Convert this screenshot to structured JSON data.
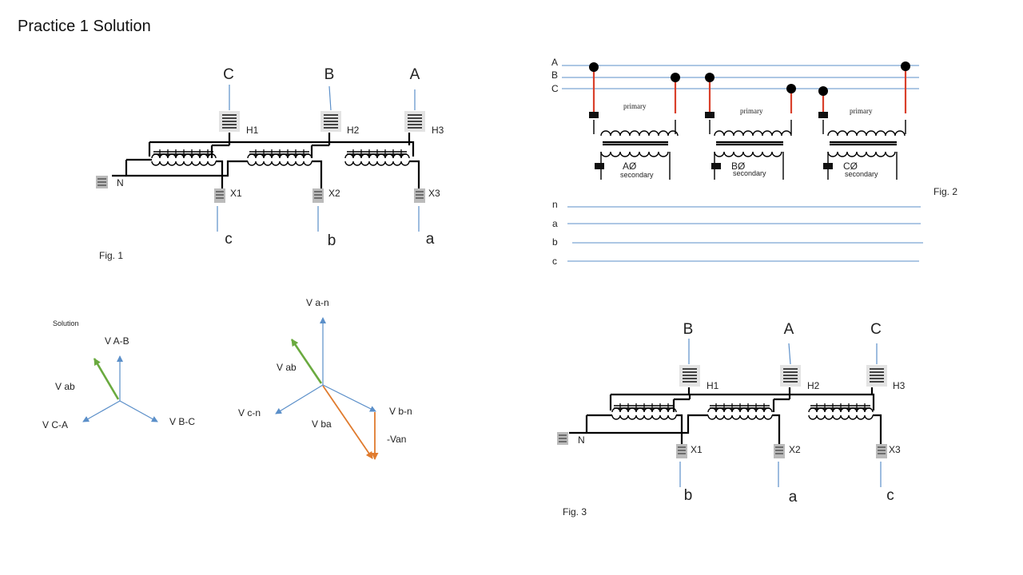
{
  "title": "Practice 1 Solution",
  "fig1": {
    "caption": "Fig. 1",
    "line_labels": [
      "C",
      "B",
      "A"
    ],
    "primary_bushings": [
      "H1",
      "H2",
      "H3"
    ],
    "secondary_bushings": [
      "X1",
      "X2",
      "X3"
    ],
    "neutral": "N",
    "secondary_labels": [
      "c",
      "b",
      "a"
    ]
  },
  "fig2": {
    "caption": "Fig. 2",
    "primary_bus": [
      "A",
      "B",
      "C"
    ],
    "secondary_bus": [
      "n",
      "a",
      "b",
      "c"
    ],
    "transformers": [
      {
        "primary": "primary",
        "phase": "AØ",
        "secondary": "secondary"
      },
      {
        "primary": "primary",
        "phase": "BØ",
        "secondary": "secondary"
      },
      {
        "primary": "primary",
        "phase": "CØ",
        "secondary": "secondary"
      }
    ]
  },
  "fig3": {
    "caption": "Fig. 3",
    "line_labels": [
      "B",
      "A",
      "C"
    ],
    "primary_bushings": [
      "H1",
      "H2",
      "H3"
    ],
    "secondary_bushings": [
      "X1",
      "X2",
      "X3"
    ],
    "neutral": "N",
    "secondary_labels": [
      "b",
      "a",
      "c"
    ]
  },
  "solution": {
    "heading": "Solution",
    "left_phasors": {
      "vab_ab": "V A-B",
      "vca": "V C-A",
      "vbc": "V B-C",
      "vab": "V ab"
    },
    "right_phasors": {
      "van": "V a-n",
      "vab": "V ab",
      "vcn": "V c-n",
      "vbn": "V b-n",
      "vba": "V ba",
      "neg_van": "-Van"
    }
  },
  "colors": {
    "wire": "#000000",
    "lead": "#5b8fc9",
    "green": "#6aaa3f",
    "orange": "#e07b2e",
    "red": "#d9402b"
  }
}
